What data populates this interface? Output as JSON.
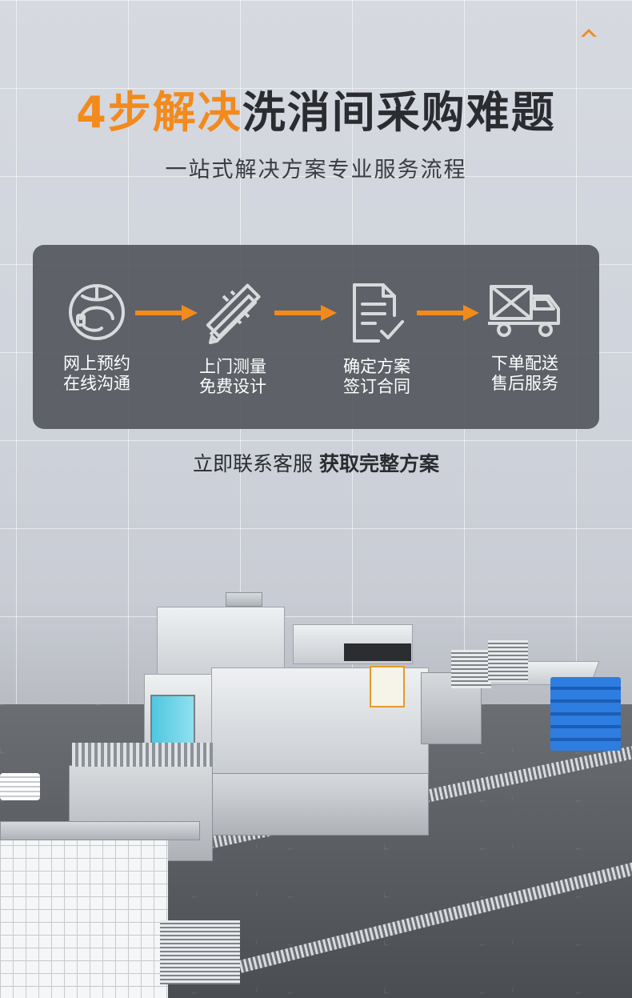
{
  "header": {
    "title_highlight": "4步解决",
    "title_rest": "洗消间采购难题",
    "subtitle": "一站式解决方案专业服务流程"
  },
  "steps": [
    {
      "icon": "consult-headset-icon",
      "line1": "网上预约",
      "line2": "在线沟通"
    },
    {
      "icon": "ruler-pencil-icon",
      "line1": "上门测量",
      "line2": "免费设计"
    },
    {
      "icon": "contract-check-icon",
      "line1": "确定方案",
      "line2": "签订合同"
    },
    {
      "icon": "delivery-truck-icon",
      "line1": "下单配送",
      "line2": "售后服务"
    }
  ],
  "cta": {
    "normal": "立即联系客服",
    "bold": "获取完整方案"
  },
  "colors": {
    "accent": "#f28a1c",
    "panel": "#55585e",
    "text_dark": "#2a2c30",
    "icon_stroke": "#d9dadc"
  }
}
